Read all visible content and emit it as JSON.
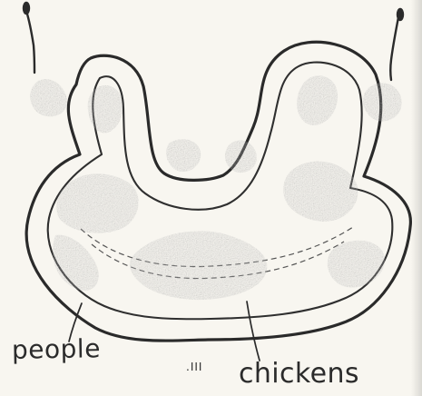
{
  "labels": {
    "people": "people",
    "chickens": "chickens",
    "page_mark": ".III"
  },
  "colors": {
    "paper": "#f8f6f0",
    "ink": "#2b2b2b",
    "stipple": "#9a9a9a"
  }
}
